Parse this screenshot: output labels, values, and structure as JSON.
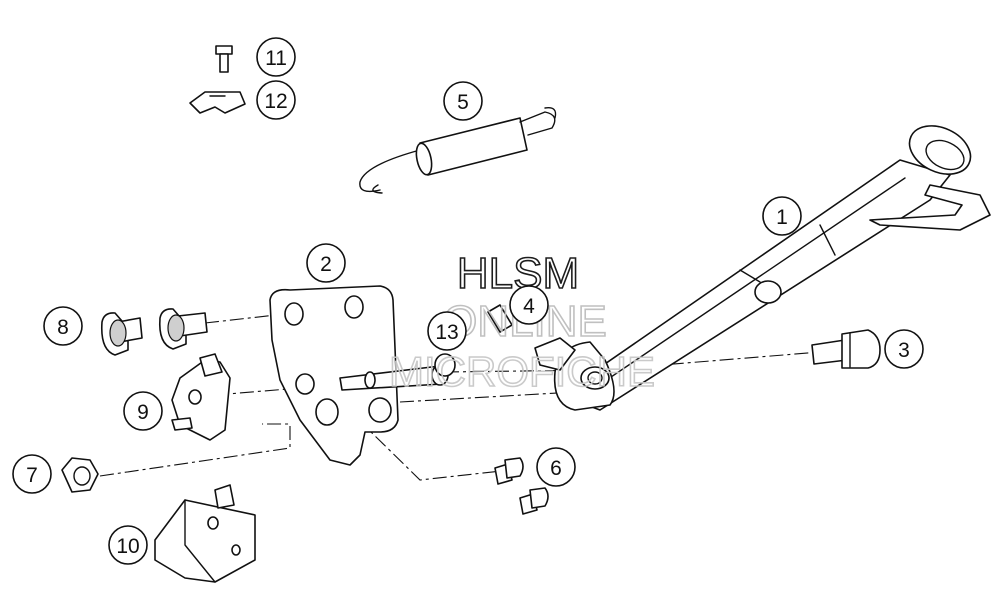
{
  "callouts": [
    {
      "id": "1",
      "label": "1"
    },
    {
      "id": "2",
      "label": "2"
    },
    {
      "id": "3",
      "label": "3"
    },
    {
      "id": "4",
      "label": "4"
    },
    {
      "id": "5",
      "label": "5"
    },
    {
      "id": "6",
      "label": "6"
    },
    {
      "id": "7",
      "label": "7"
    },
    {
      "id": "8",
      "label": "8"
    },
    {
      "id": "9",
      "label": "9"
    },
    {
      "id": "10",
      "label": "10"
    },
    {
      "id": "11",
      "label": "11"
    },
    {
      "id": "12",
      "label": "12"
    },
    {
      "id": "13",
      "label": "13"
    }
  ],
  "watermark": {
    "line1": "HLSM",
    "line2": "ONLINE",
    "line3": "MICROFICHE",
    "color": "#c8c8c8"
  },
  "colors": {
    "ink": "#111111",
    "background": "#ffffff"
  }
}
